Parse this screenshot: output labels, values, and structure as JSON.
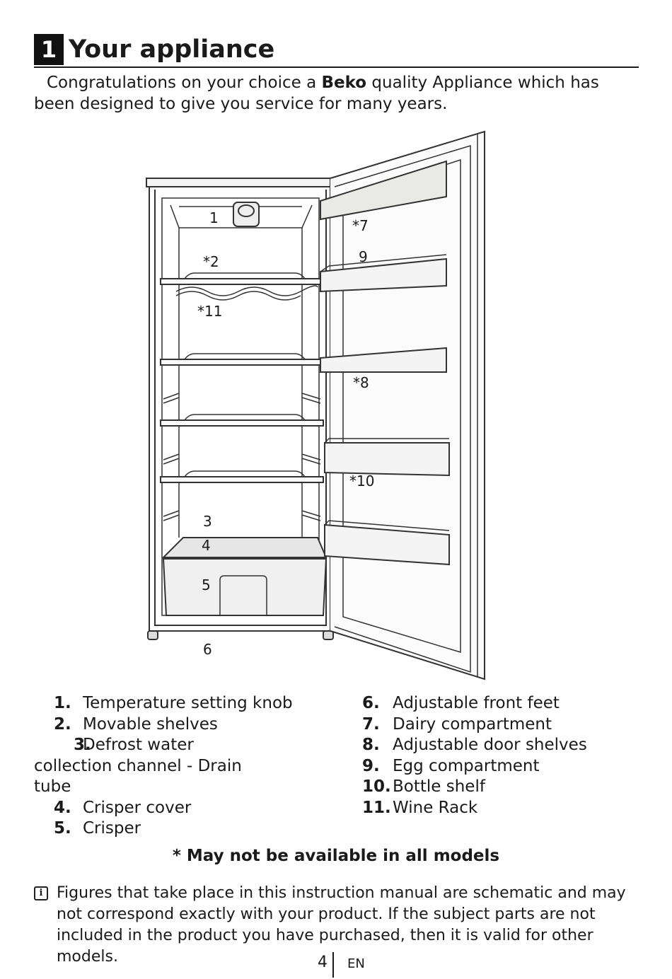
{
  "section": {
    "number": "1",
    "title": "Your appliance"
  },
  "intro": {
    "before": "Congratulations on your choice a ",
    "brand": "Beko",
    "after": " quality Appliance which has been designed to give you service for many years."
  },
  "figure_labels": {
    "l1": "1",
    "l2": "*2",
    "l11": "*11",
    "l3": "3",
    "l4": "4",
    "l5": "5",
    "l6": "6",
    "l7": "*7",
    "l9": "9",
    "l8": "*8",
    "l10": "*10"
  },
  "parts_left": [
    {
      "num": "1.",
      "text": "Temperature setting knob"
    },
    {
      "num": "2.",
      "text": "Movable shelves"
    },
    {
      "num": "3.",
      "text": "Defrost water collection channel - Drain tube"
    },
    {
      "num": "4.",
      "text": "Crisper cover"
    },
    {
      "num": "5.",
      "text": "Crisper"
    }
  ],
  "parts_right": [
    {
      "num": "6.",
      "text": "Adjustable front feet"
    },
    {
      "num": "7.",
      "text": "Dairy compartment"
    },
    {
      "num": "8.",
      "text": "Adjustable door shelves"
    },
    {
      "num": "9.",
      "text": "Egg compartment"
    },
    {
      "num": "10.",
      "text": "Bottle shelf"
    },
    {
      "num": "11.",
      "text": "Wine Rack"
    }
  ],
  "availability_note": "* May not be available in all models",
  "info_note": "Figures that take place in this instruction manual are schematic and may not correspond exactly with your product. If the subject parts are not included in the product you have purchased, then it is valid for other models.",
  "footer": {
    "page": "4",
    "lang": "EN"
  }
}
